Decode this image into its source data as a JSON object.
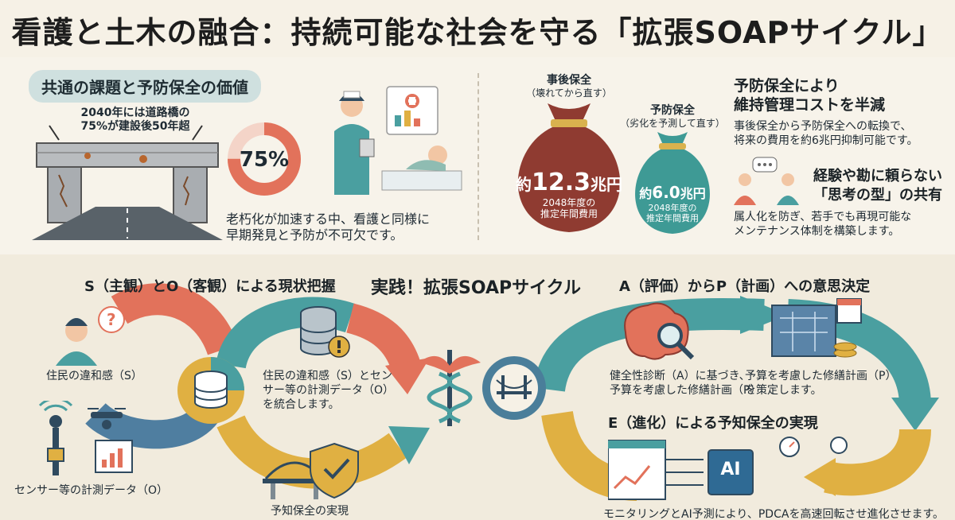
{
  "title": "看護と土木の融合：持続可能な社会を守る「拡張SOAPサイクル」",
  "top_left": {
    "pill": "共通の課題と予防保全の価値",
    "bridge_caption_1": "2040年には道路橋の",
    "bridge_caption_2": "75%が建設後50年超",
    "donut_value": "75%",
    "donut_fraction": 0.75,
    "desc_1": "老朽化が加速する中、看護と同様に",
    "desc_2": "早期発見と予防が不可欠です。"
  },
  "top_right": {
    "bag1_title": "事後保全",
    "bag1_sub": "（壊れてから直す）",
    "bag1_prefix": "約",
    "bag1_value": "12.3",
    "bag1_unit": "兆円",
    "bag1_note_1": "2048年度の",
    "bag1_note_2": "推定年間費用",
    "bag2_title": "予防保全",
    "bag2_sub": "（劣化を予測して直す）",
    "bag2_prefix": "約",
    "bag2_value": "6.0",
    "bag2_unit": "兆円",
    "bag2_note_1": "2048年度の",
    "bag2_note_2": "推定年間費用",
    "cost_head_1": "予防保全により",
    "cost_head_2": "維持管理コストを半減",
    "cost_desc_1": "事後保全から予防保全への転換で、",
    "cost_desc_2": "将来の費用を約6兆円抑制可能です。",
    "think_head_1": "経験や勘に頼らない",
    "think_head_2": "「思考の型」の共有",
    "think_desc_1": "属人化を防ぎ、若手でも再現可能な",
    "think_desc_2": "メンテナンス体制を構築します。"
  },
  "bottom": {
    "so_head": "S（主観）とO（客観）による現状把握",
    "center_head": "実践！拡張SOAPサイクル",
    "ap_head": "A（評価）からP（計画）への意思決定",
    "resident": "住民の違和感（S）",
    "sensor": "センサー等の計測データ（O）",
    "integrate_1": "住民の違和感（S）とセン",
    "integrate_2": "サー等の計測データ（O）",
    "integrate_3": "を統合します。",
    "prevent": "予知保全の実現",
    "diag_1": "健全性診断（A）に基づき、",
    "diag_2": "予算を考慮した修繕計画（P）",
    "plan_1": "予算を考慮した修繕計画（P）",
    "plan_2": "を策定します。",
    "e_head": "E（進化）による予知保全の実現",
    "ai_label": "AI",
    "footer": "モニタリングとAI予測により、PDCAを高速回転させ進化させます。"
  },
  "colors": {
    "coral": "#e2725b",
    "teal": "#4a9fa0",
    "gold": "#e0b042",
    "bag_red": "#8f3b31",
    "bag_teal": "#3e9a95",
    "navy": "#2f4a5f"
  }
}
